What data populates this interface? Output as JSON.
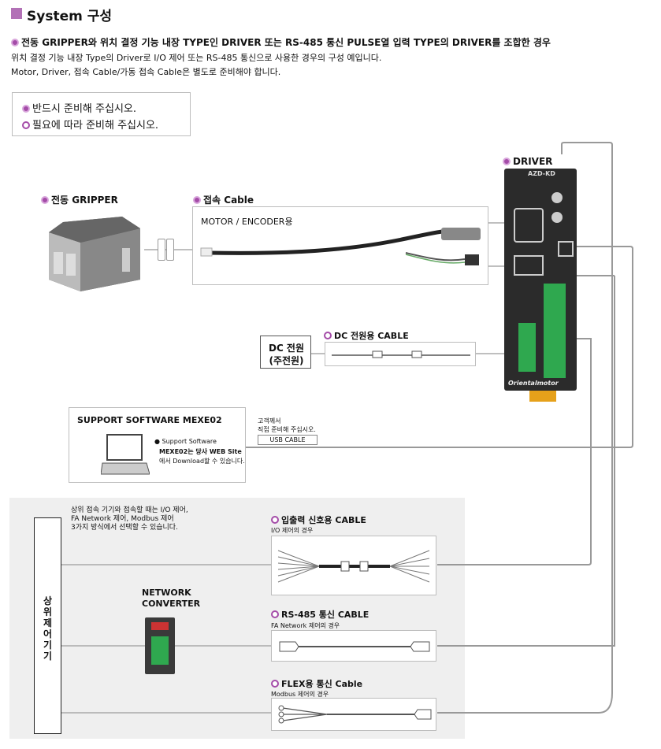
{
  "header": {
    "title": "System 구성",
    "subtitle": "전동 GRIPPER와 위치 결정 기능 내장 TYPE인 DRIVER 또는 RS-485 통신 PULSE열 입력 TYPE의 DRIVER를 조합한 경우",
    "desc_line1": "위치 결정 기능 내장 Type의 Driver로 I/O 제어 또는 RS-485 통신으로 사용한 경우의 구성 예입니다.",
    "desc_line2": "Motor, Driver, 접속 Cable/가동 접속 Cable은 별도로 준비해야 합니다."
  },
  "legend": {
    "required": "반드시 준비해 주십시오.",
    "optional": "필요에 따라 준비해 주십시오."
  },
  "driver": {
    "label": "DRIVER",
    "model": "AZD-KD",
    "brand": "Orientalmotor"
  },
  "gripper": {
    "label": "전동 GRIPPER"
  },
  "connect_cable": {
    "label": "접속 Cable",
    "sub": "MOTOR / ENCODER용"
  },
  "dc_power": {
    "box_line1": "DC 전원",
    "box_line2": "(주전원)",
    "cable_label": "DC 전원용 CABLE"
  },
  "support": {
    "title": "SUPPORT SOFTWARE MEXE02",
    "bullet1": "● Support Software",
    "bullet2": "MEXE02는 당사 WEB Site",
    "bullet3": "에서 Download할 수 있습니다.",
    "note1": "고객께서",
    "note2": "직접 준비해 주십시오.",
    "usb": "USB CABLE"
  },
  "upper": {
    "note1": "상위 접속 기기와 접속할 때는 I/O 제어,",
    "note2": "FA Network 제어, Modbus 제어",
    "note3": "3가지 방식에서 선택할 수 있습니다.",
    "device_chars": [
      "상",
      "위",
      "제",
      "어",
      "기",
      "기"
    ],
    "converter_line1": "NETWORK",
    "converter_line2": "CONVERTER"
  },
  "io_cable": {
    "label": "입출력 신호용 CABLE",
    "sub": "I/O 제어의 경우"
  },
  "rs485_cable": {
    "label": "RS-485 통신 CABLE",
    "sub": "FA Network 제어의 경우"
  },
  "flex_cable": {
    "label": "FLEX용 통신 Cable",
    "sub": "Modbus 제어의 경우"
  },
  "colors": {
    "accent": "#a44ca8",
    "panel": "#efefef",
    "connector_green": "#2fa84f"
  }
}
